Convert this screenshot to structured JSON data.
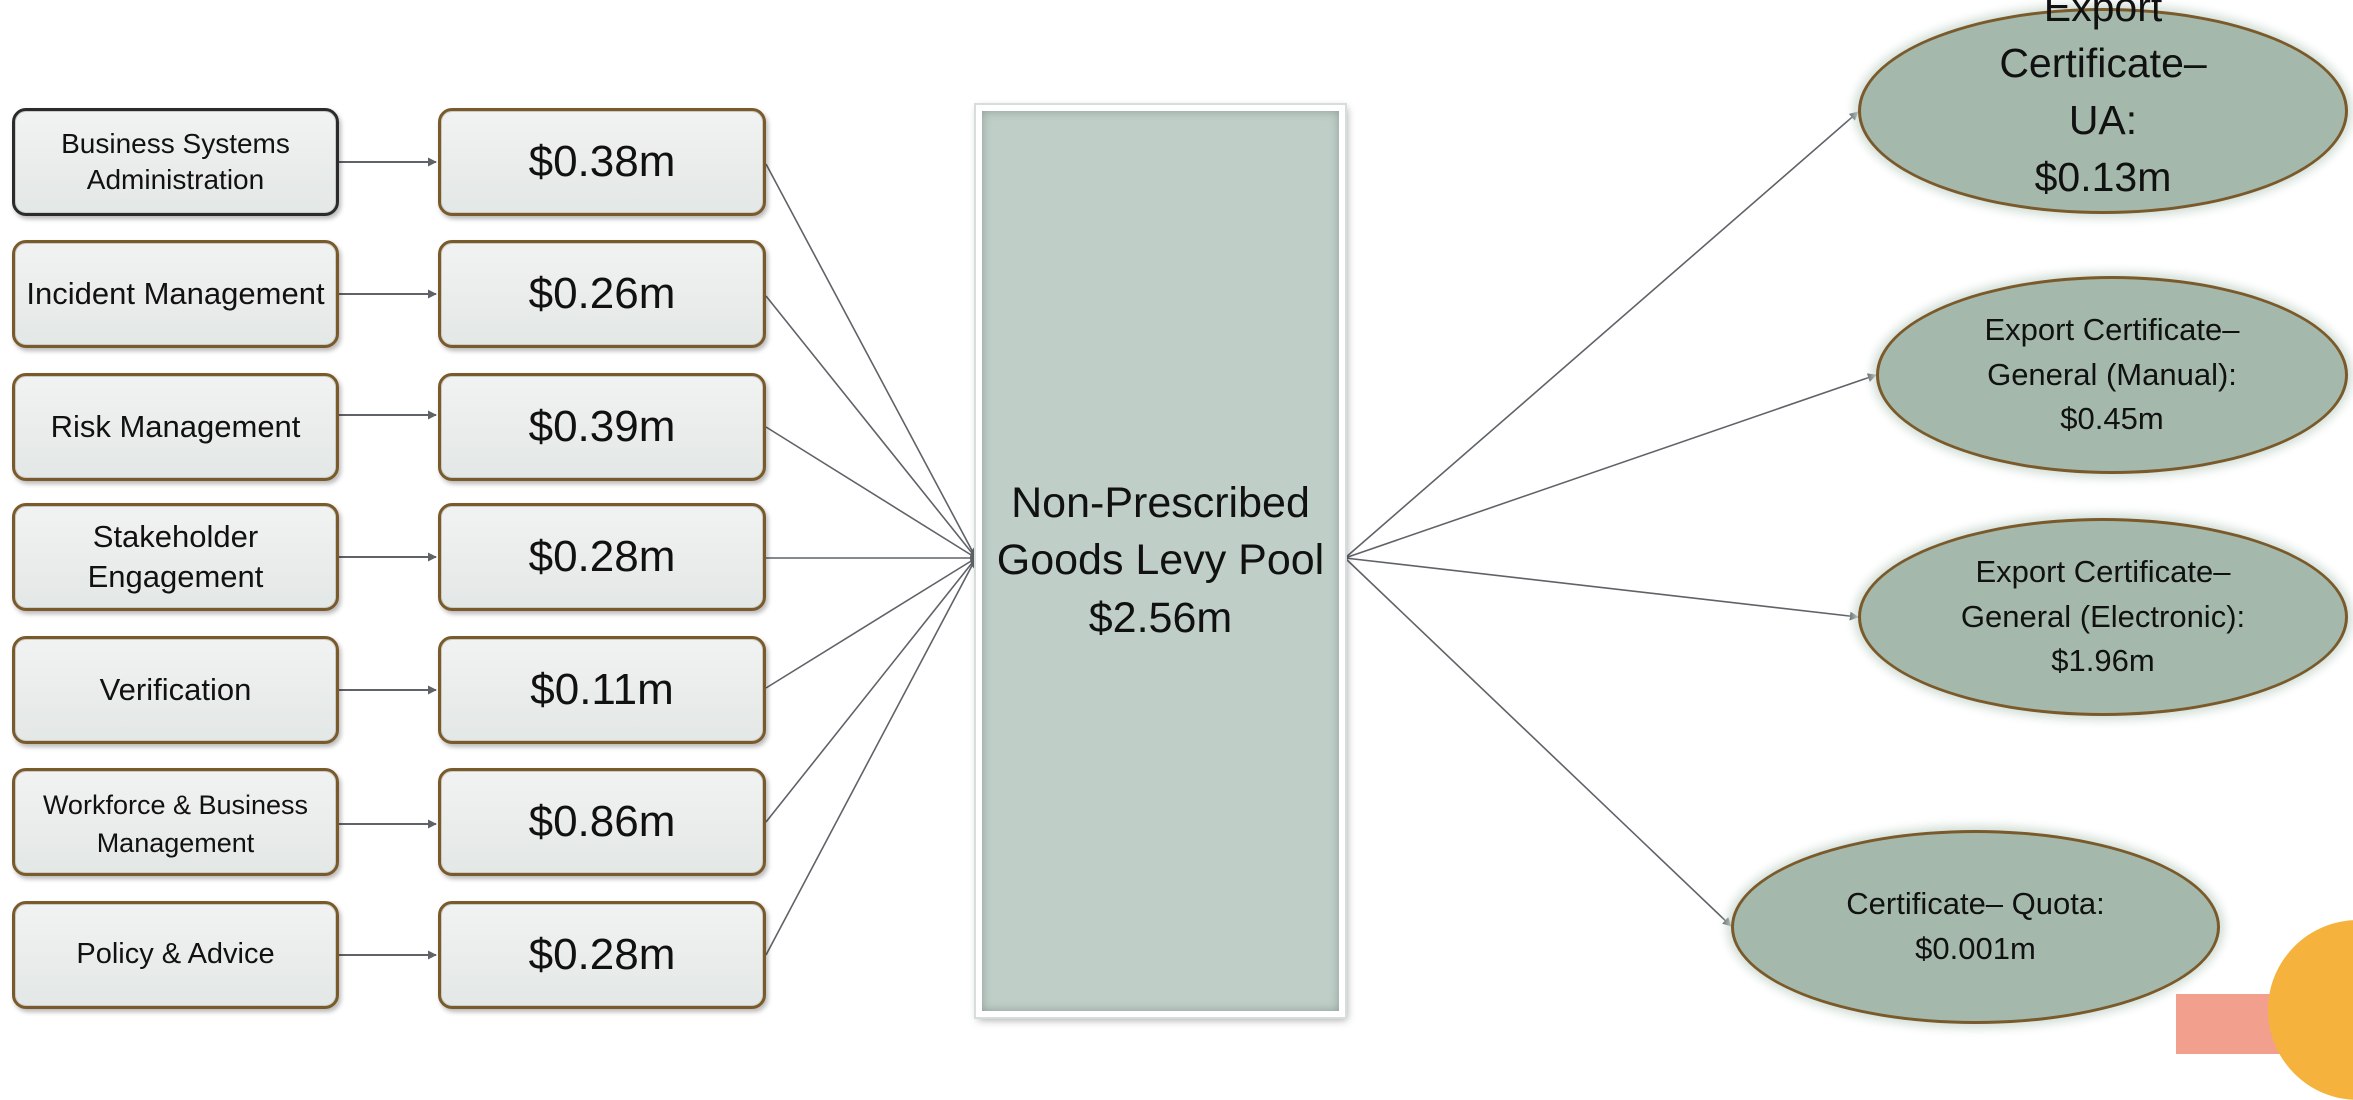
{
  "activities": [
    {
      "name": "Business Systems Administration",
      "cost": "$0.38m"
    },
    {
      "name": "Incident Management",
      "cost": "$0.26m"
    },
    {
      "name": "Risk Management",
      "cost": "$0.39m"
    },
    {
      "name": "Stakeholder Engagement",
      "cost": "$0.28m"
    },
    {
      "name": "Verification",
      "cost": "$0.11m"
    },
    {
      "name": "Workforce & Business Management",
      "cost": "$0.86m"
    },
    {
      "name": "Policy & Advice",
      "cost": "$0.28m"
    }
  ],
  "pool": {
    "line1": "Non-Prescribed",
    "line2": "Goods Levy Pool",
    "amount": "$2.56m"
  },
  "outputs": [
    {
      "name": "Export Certificate– UA:",
      "amount": "$0.13m"
    },
    {
      "name": "Export  Certificate– General (Manual):",
      "amount": "$0.45m"
    },
    {
      "name": "Export Certificate– General (Electronic):",
      "amount": "$1.96m"
    },
    {
      "name": "Certificate– Quota:",
      "amount": "$0.001m"
    }
  ],
  "colors": {
    "connector": "#5f6368",
    "box_border": "#7a5a2a",
    "pool_fill": "#bfcfc8",
    "ellipse_fill": "#a4b9ac",
    "accent_orange": "#f5b23c",
    "accent_peach": "#f2a08d"
  }
}
